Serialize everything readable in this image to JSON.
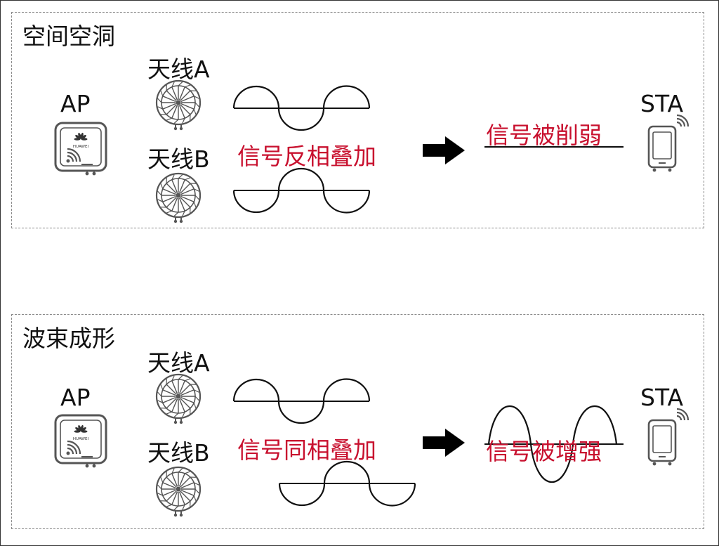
{
  "colors": {
    "accent_red": "#c8102e",
    "stroke": "#111111",
    "icon_gray": "#555555",
    "dashed_border": "#8a8a8a"
  },
  "top": {
    "title": "空间空洞",
    "ap_label": "AP",
    "antenna_a": "天线A",
    "antenna_b": "天线B",
    "superposition": "信号反相叠加",
    "result": "信号被削弱",
    "sta_label": "STA"
  },
  "bottom": {
    "title": "波束成形",
    "ap_label": "AP",
    "antenna_a": "天线A",
    "antenna_b": "天线B",
    "superposition": "信号同相叠加",
    "result": "信号被增强",
    "sta_label": "STA"
  },
  "ap_logo_text": "HUAWEI",
  "icons": [
    "access-point-icon",
    "antenna-icon",
    "smartphone-icon",
    "arrow-right-icon",
    "wifi-signal-icon"
  ]
}
